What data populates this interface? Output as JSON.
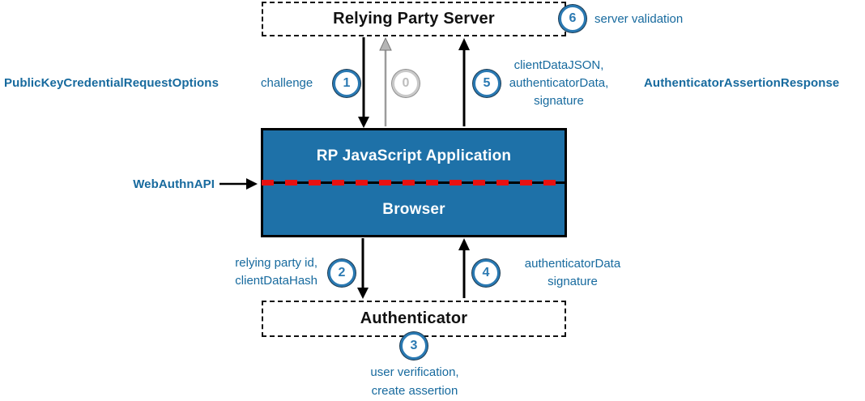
{
  "diagram_title": "WebAuthn authentication (assertion) flow",
  "colors": {
    "accent_blue": "#1e71a8",
    "label_blue": "#176a9e",
    "divider_red": "#e81111",
    "inactive_gray": "#bdbdbd",
    "line_black": "#000000"
  },
  "boxes": {
    "server": {
      "label": "Relying Party Server"
    },
    "app": {
      "label": "RP JavaScript Application"
    },
    "browser": {
      "label": "Browser"
    },
    "authenticator": {
      "label": "Authenticator"
    }
  },
  "steps": [
    {
      "num": "0",
      "state": "inactive"
    },
    {
      "num": "1",
      "state": "active"
    },
    {
      "num": "2",
      "state": "active"
    },
    {
      "num": "3",
      "state": "active"
    },
    {
      "num": "4",
      "state": "active"
    },
    {
      "num": "5",
      "state": "active"
    },
    {
      "num": "6",
      "state": "active"
    }
  ],
  "labels": {
    "public_key_options": "PublicKeyCredentialRequestOptions",
    "challenge": "challenge",
    "client_data_lines": [
      "clientDataJSON,",
      "authenticatorData,",
      "signature"
    ],
    "assertion_response": "AuthenticatorAssertionResponse",
    "server_validation": "server validation",
    "webauthn_api": "WebAuthnAPI",
    "relying_party_lines": [
      "relying party id,",
      "clientDataHash"
    ],
    "authenticator_data_lines": [
      "authenticatorData",
      "signature"
    ],
    "user_verification_lines": [
      "user verification,",
      "create assertion"
    ]
  },
  "arrows": [
    {
      "name": "challenge-down",
      "from": "server",
      "to": "app",
      "color": "black"
    },
    {
      "name": "step0-up",
      "from": "app",
      "to": "server",
      "color": "gray"
    },
    {
      "name": "response-up",
      "from": "app",
      "to": "server",
      "color": "black"
    },
    {
      "name": "request-down",
      "from": "browser",
      "to": "authenticator",
      "color": "black"
    },
    {
      "name": "assertion-up",
      "from": "authenticator",
      "to": "browser",
      "color": "black"
    },
    {
      "name": "webauthn-api-right",
      "from": "label",
      "to": "browser",
      "color": "black"
    }
  ]
}
